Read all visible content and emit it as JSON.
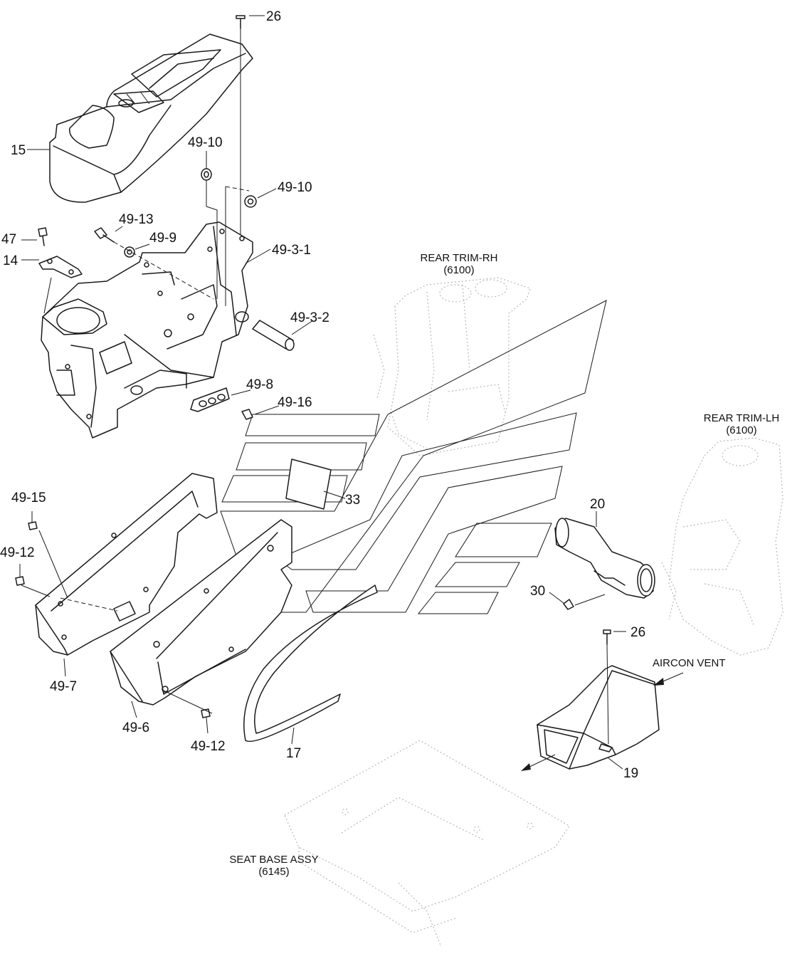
{
  "callouts": {
    "c26a": "26",
    "c15": "15",
    "c49_10a": "49-10",
    "c49_10b": "49-10",
    "c49_13": "49-13",
    "c47": "47",
    "c49_9": "49-9",
    "c14": "14",
    "c49_3_1": "49-3-1",
    "c49_3_2": "49-3-2",
    "c49_8": "49-8",
    "c49_16": "49-16",
    "c33": "33",
    "c49_15": "49-15",
    "c49_12a": "49-12",
    "c49_7": "49-7",
    "c49_6": "49-6",
    "c49_12b": "49-12",
    "c17": "17",
    "c20": "20",
    "c30": "30",
    "c26b": "26",
    "c19": "19"
  },
  "references": {
    "rear_trim_rh": {
      "name": "REAR TRIM-RH",
      "code": "(6100)"
    },
    "rear_trim_lh": {
      "name": "REAR TRIM-LH",
      "code": "(6100)"
    },
    "aircon_vent": {
      "name": "AIRCON VENT"
    },
    "seat_base": {
      "name": "SEAT BASE ASSY",
      "code": "(6145)"
    }
  }
}
